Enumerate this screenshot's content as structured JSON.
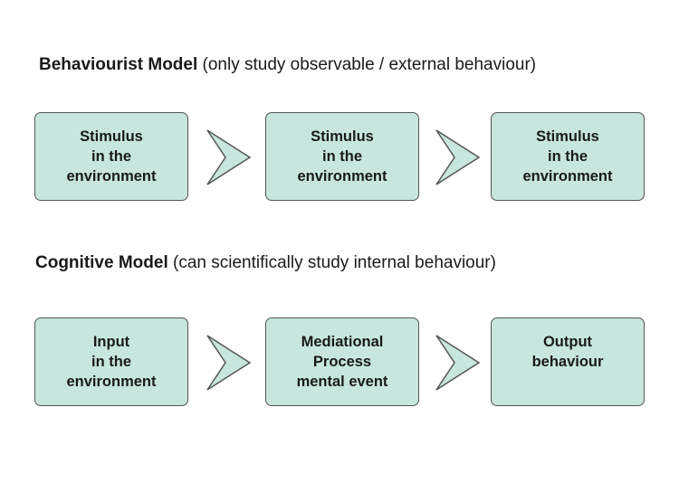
{
  "behaviourist": {
    "title": "Behaviourist Model",
    "subtitle": "(only study observable / external behaviour)",
    "boxes": [
      {
        "lines": [
          "Stimulus",
          "in the",
          "environment"
        ]
      },
      {
        "lines": [
          "Stimulus",
          "in the",
          "environment"
        ]
      },
      {
        "lines": [
          "Stimulus",
          "in the",
          "environment"
        ]
      }
    ]
  },
  "cognitive": {
    "title": "Cognitive Model",
    "subtitle": "(can scientifically study internal behaviour)",
    "boxes": [
      {
        "lines": [
          "Input",
          "in the",
          "environment"
        ]
      },
      {
        "lines": [
          "Mediational",
          "Process",
          "mental event"
        ]
      },
      {
        "lines": [
          "Output",
          "behaviour"
        ]
      }
    ]
  },
  "colors": {
    "box_fill": "#c7e6dd",
    "box_border": "#555555",
    "arrow_fill": "#c7e6dd",
    "arrow_stroke": "#555555"
  },
  "icons": {
    "flow_arrow": "chevron-right-icon"
  }
}
